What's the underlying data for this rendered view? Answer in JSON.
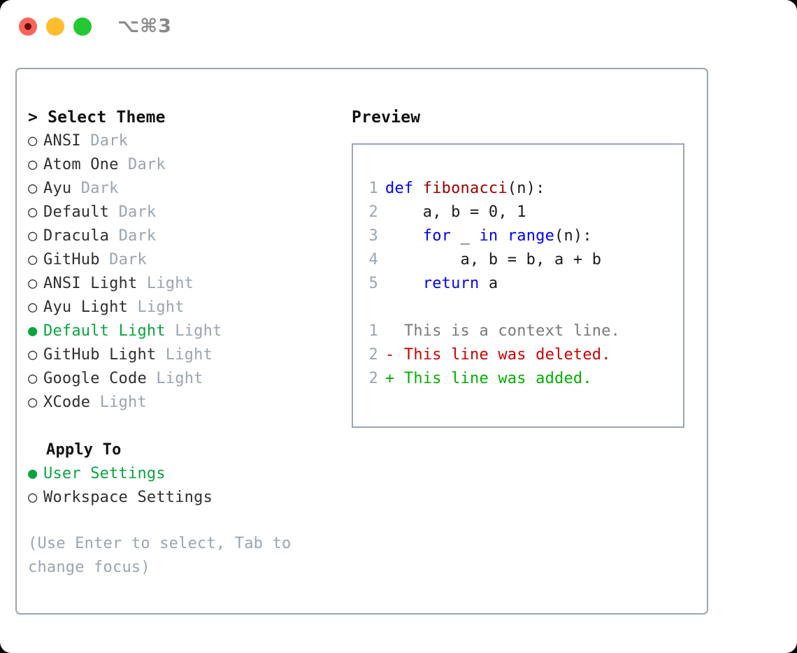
{
  "window": {
    "traffic_lights": [
      {
        "name": "close",
        "color": "#ff6259"
      },
      {
        "name": "minimize",
        "color": "#ffbd2e"
      },
      {
        "name": "maximize",
        "color": "#23c832"
      }
    ],
    "shortcut": "⌥⌘3"
  },
  "theme_picker": {
    "title": "> Select Theme",
    "selected_bullet": "●",
    "unselected_bullet": "○",
    "accent_color": "#0aa53f",
    "tag_color": "#9aa5b1",
    "items": [
      {
        "name": "ANSI",
        "tag": "Dark",
        "selected": false
      },
      {
        "name": "Atom One",
        "tag": "Dark",
        "selected": false
      },
      {
        "name": "Ayu",
        "tag": "Dark",
        "selected": false
      },
      {
        "name": "Default",
        "tag": "Dark",
        "selected": false
      },
      {
        "name": "Dracula",
        "tag": "Dark",
        "selected": false
      },
      {
        "name": "GitHub",
        "tag": "Dark",
        "selected": false
      },
      {
        "name": "ANSI Light",
        "tag": "Light",
        "selected": false
      },
      {
        "name": "Ayu Light",
        "tag": "Light",
        "selected": false
      },
      {
        "name": "Default Light",
        "tag": "Light",
        "selected": true
      },
      {
        "name": "GitHub Light",
        "tag": "Light",
        "selected": false
      },
      {
        "name": "Google Code",
        "tag": "Light",
        "selected": false
      },
      {
        "name": "XCode",
        "tag": "Light",
        "selected": false
      }
    ]
  },
  "apply_to": {
    "heading": "Apply To",
    "options": [
      {
        "label": "User Settings",
        "selected": true
      },
      {
        "label": "Workspace Settings",
        "selected": false
      }
    ]
  },
  "hint": "(Use Enter to select, Tab to change focus)",
  "preview": {
    "title": "Preview",
    "code_lines": [
      {
        "num": "1",
        "tokens": [
          {
            "t": "def ",
            "c": "kw"
          },
          {
            "t": "fibonacci",
            "c": "fn"
          },
          {
            "t": "(n):",
            "c": "plain"
          }
        ]
      },
      {
        "num": "2",
        "tokens": [
          {
            "t": "    a, b = 0, 1",
            "c": "plain"
          }
        ]
      },
      {
        "num": "3",
        "tokens": [
          {
            "t": "    ",
            "c": "plain"
          },
          {
            "t": "for",
            "c": "kw"
          },
          {
            "t": " _ ",
            "c": "plain"
          },
          {
            "t": "in",
            "c": "kw"
          },
          {
            "t": " ",
            "c": "plain"
          },
          {
            "t": "range",
            "c": "kw"
          },
          {
            "t": "(n):",
            "c": "plain"
          }
        ]
      },
      {
        "num": "4",
        "tokens": [
          {
            "t": "        a, b = b, a + b",
            "c": "plain"
          }
        ]
      },
      {
        "num": "5",
        "tokens": [
          {
            "t": "    ",
            "c": "plain"
          },
          {
            "t": "return",
            "c": "kw"
          },
          {
            "t": " a",
            "c": "plain"
          }
        ]
      }
    ],
    "diff_lines": [
      {
        "num": "1",
        "marker": "  ",
        "text": "This is a context line.",
        "kind": "ctx"
      },
      {
        "num": "2",
        "marker": "- ",
        "text": "This line was deleted.",
        "kind": "del"
      },
      {
        "num": "2",
        "marker": "+ ",
        "text": "This line was added.",
        "kind": "add"
      }
    ],
    "colors": {
      "line_number": "#9aa5b1",
      "keyword": "#0000ff",
      "function": "#a00000",
      "text": "#1a1a1a",
      "diff_context": "#7a7a7a",
      "diff_deleted": "#cc0000",
      "diff_added": "#00b000"
    }
  }
}
